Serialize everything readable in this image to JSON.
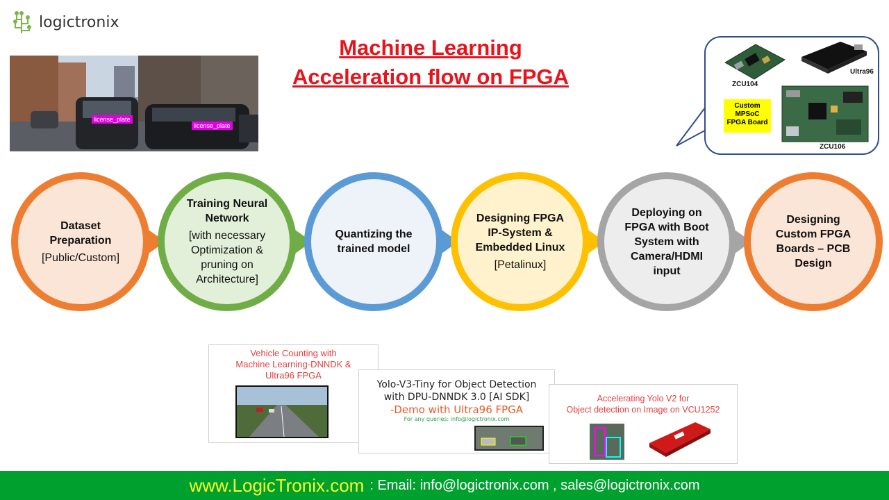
{
  "logo": {
    "name": "logictronix"
  },
  "title": {
    "line1": "Machine Learning",
    "line2": "Acceleration flow on FPGA"
  },
  "photo": {
    "tags": [
      "license_plate",
      "license_plate"
    ]
  },
  "boards": {
    "zcu104": "ZCU104",
    "ultra96": "Ultra96",
    "custom": [
      "Custom",
      "MPSoC",
      "FPGA Board"
    ],
    "zcu106": "ZCU106"
  },
  "steps": [
    {
      "title_lines": [
        "Dataset",
        "Preparation"
      ],
      "note_lines": [
        "[Public/Custom]"
      ],
      "color": "#ed7d31",
      "fill": "#fbe5d6"
    },
    {
      "title_lines": [
        "Training Neural",
        "Network"
      ],
      "note_lines": [
        "[with necessary",
        "Optimization &",
        "pruning on",
        "Architecture]"
      ],
      "color": "#70ad47",
      "fill": "#e2f0d9"
    },
    {
      "title_lines": [
        "Quantizing the",
        "trained model"
      ],
      "note_lines": [],
      "color": "#5b9bd5",
      "fill": "#eef3fa"
    },
    {
      "title_lines": [
        "Designing FPGA",
        "IP-System &",
        "Embedded Linux"
      ],
      "note_lines": [
        "[Petalinux]"
      ],
      "color": "#ffc000",
      "fill": "#fff2cc"
    },
    {
      "title_lines": [
        "Deploying  on",
        "FPGA with Boot",
        "System with",
        "Camera/HDMI",
        "input"
      ],
      "note_lines": [],
      "color": "#a5a5a5",
      "fill": "#ededed"
    },
    {
      "title_lines": [
        "Designing",
        "Custom FPGA",
        "Boards – PCB",
        "Design"
      ],
      "note_lines": [],
      "color": "#ed7d31",
      "fill": "#fbe5d6"
    }
  ],
  "thumbs": {
    "vehicle": [
      "Vehicle Counting with",
      "Machine Learning-DNNDK &",
      "Ultra96 FPGA"
    ],
    "yolo3": {
      "lines": [
        "Yolo-V3-Tiny for Object Detection",
        "with DPU-DNNDK 3.0 [AI SDK]"
      ],
      "demo": "-Demo with Ultra96 FPGA",
      "query": "For any queries: info@logictronix.com"
    },
    "yolo2": [
      "Accelerating Yolo V2 for",
      "Object detection on Image on VCU1252"
    ]
  },
  "footer": {
    "url": "www.LogicTronix.com",
    "contact": ": Email: info@logictronix.com , sales@logictronix.com"
  },
  "colors": {
    "title": "#e8131b",
    "footer_bg": "#00a02e",
    "footer_url": "#f6ff2d"
  }
}
